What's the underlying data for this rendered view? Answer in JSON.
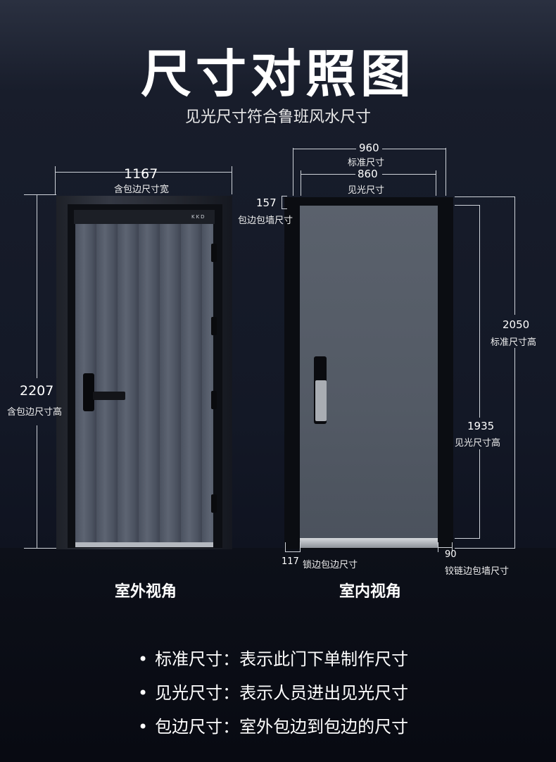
{
  "header": {
    "title": "尺寸对照图",
    "subtitle": "见光尺寸符合鲁班风水尺寸"
  },
  "outer_view": {
    "caption": "室外视角",
    "brand_mark": "KKD",
    "width": {
      "value": "1167",
      "label": "含包边尺寸宽"
    },
    "height": {
      "value": "2207",
      "label": "含包边尺寸高"
    }
  },
  "inner_view": {
    "caption": "室内视角",
    "standard_width": {
      "value": "960",
      "label": "标准尺寸"
    },
    "visible_width": {
      "value": "860",
      "label": "见光尺寸"
    },
    "wrap_wall": {
      "value": "157",
      "label": "包边包墙尺寸"
    },
    "standard_height": {
      "value": "2050",
      "label": "标准尺寸高"
    },
    "visible_height": {
      "value": "1935",
      "label": "见光尺寸高"
    },
    "lock_side": {
      "value": "117",
      "label": "锁边包边尺寸"
    },
    "hinge_side": {
      "value": "90",
      "label": "铰链边包墙尺寸"
    }
  },
  "legend": [
    "标准尺寸：表示此门下单制作尺寸",
    "见光尺寸：表示人员进出见光尺寸",
    "包边尺寸：室外包边到包边的尺寸"
  ]
}
